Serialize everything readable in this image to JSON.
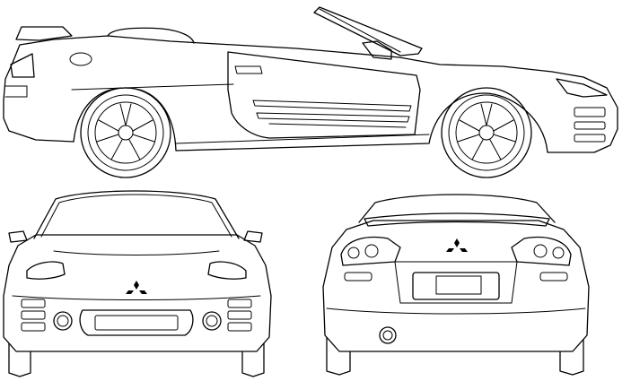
{
  "figure": {
    "views": [
      {
        "id": "side",
        "label": ""
      },
      {
        "id": "front",
        "label": ""
      },
      {
        "id": "rear",
        "label": ""
      }
    ],
    "emblem_icon": "three-diamond-emblem",
    "line_color": "#000000",
    "background": "#ffffff"
  }
}
